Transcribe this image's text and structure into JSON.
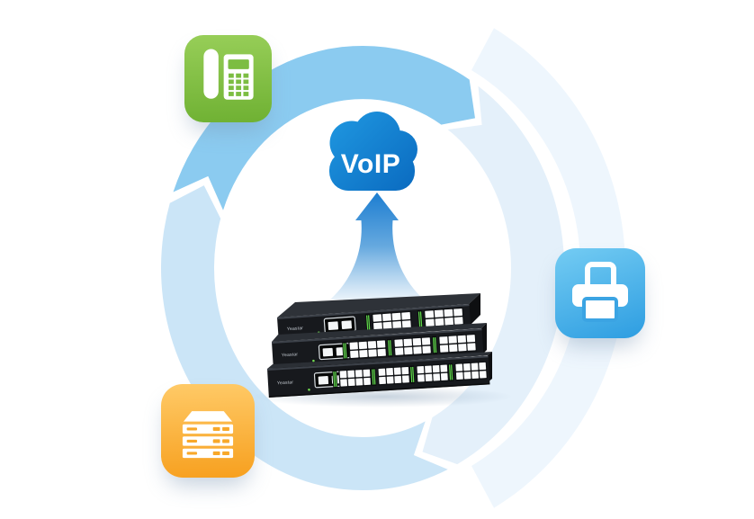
{
  "diagram": {
    "cloud": {
      "label": "VoIP"
    },
    "devices": {
      "brand": "Yeastar",
      "units": [
        {
          "port_groups": 2
        },
        {
          "port_groups": 3
        },
        {
          "port_groups": 4
        }
      ]
    },
    "icons": [
      {
        "name": "phone-icon"
      },
      {
        "name": "printer-icon"
      },
      {
        "name": "server-icon"
      }
    ]
  },
  "colors": {
    "ring_medium": "#8bcbf0",
    "ring_light": "#cbe5f7",
    "ring_pale": "#e4f0fa",
    "ring_faint": "#eef6fd",
    "cloud_top": "#1f97e0",
    "cloud_bottom": "#0b6cc1",
    "arrow_top": "#1a7cd0",
    "phone_icon_top": "#97ce58",
    "phone_icon_mid": "#7cbd42",
    "phone_icon_bottom": "#6fb133",
    "printer_icon_top": "#74ccf3",
    "printer_icon_mid": "#3ba4e3",
    "printer_icon_bottom": "#2d9de1",
    "server_icon_top": "#ffca67",
    "server_icon_mid": "#f8a82a",
    "server_icon_bottom": "#f7a01f",
    "device_body": "#17191d",
    "port_led_green": "#5ed34a"
  }
}
